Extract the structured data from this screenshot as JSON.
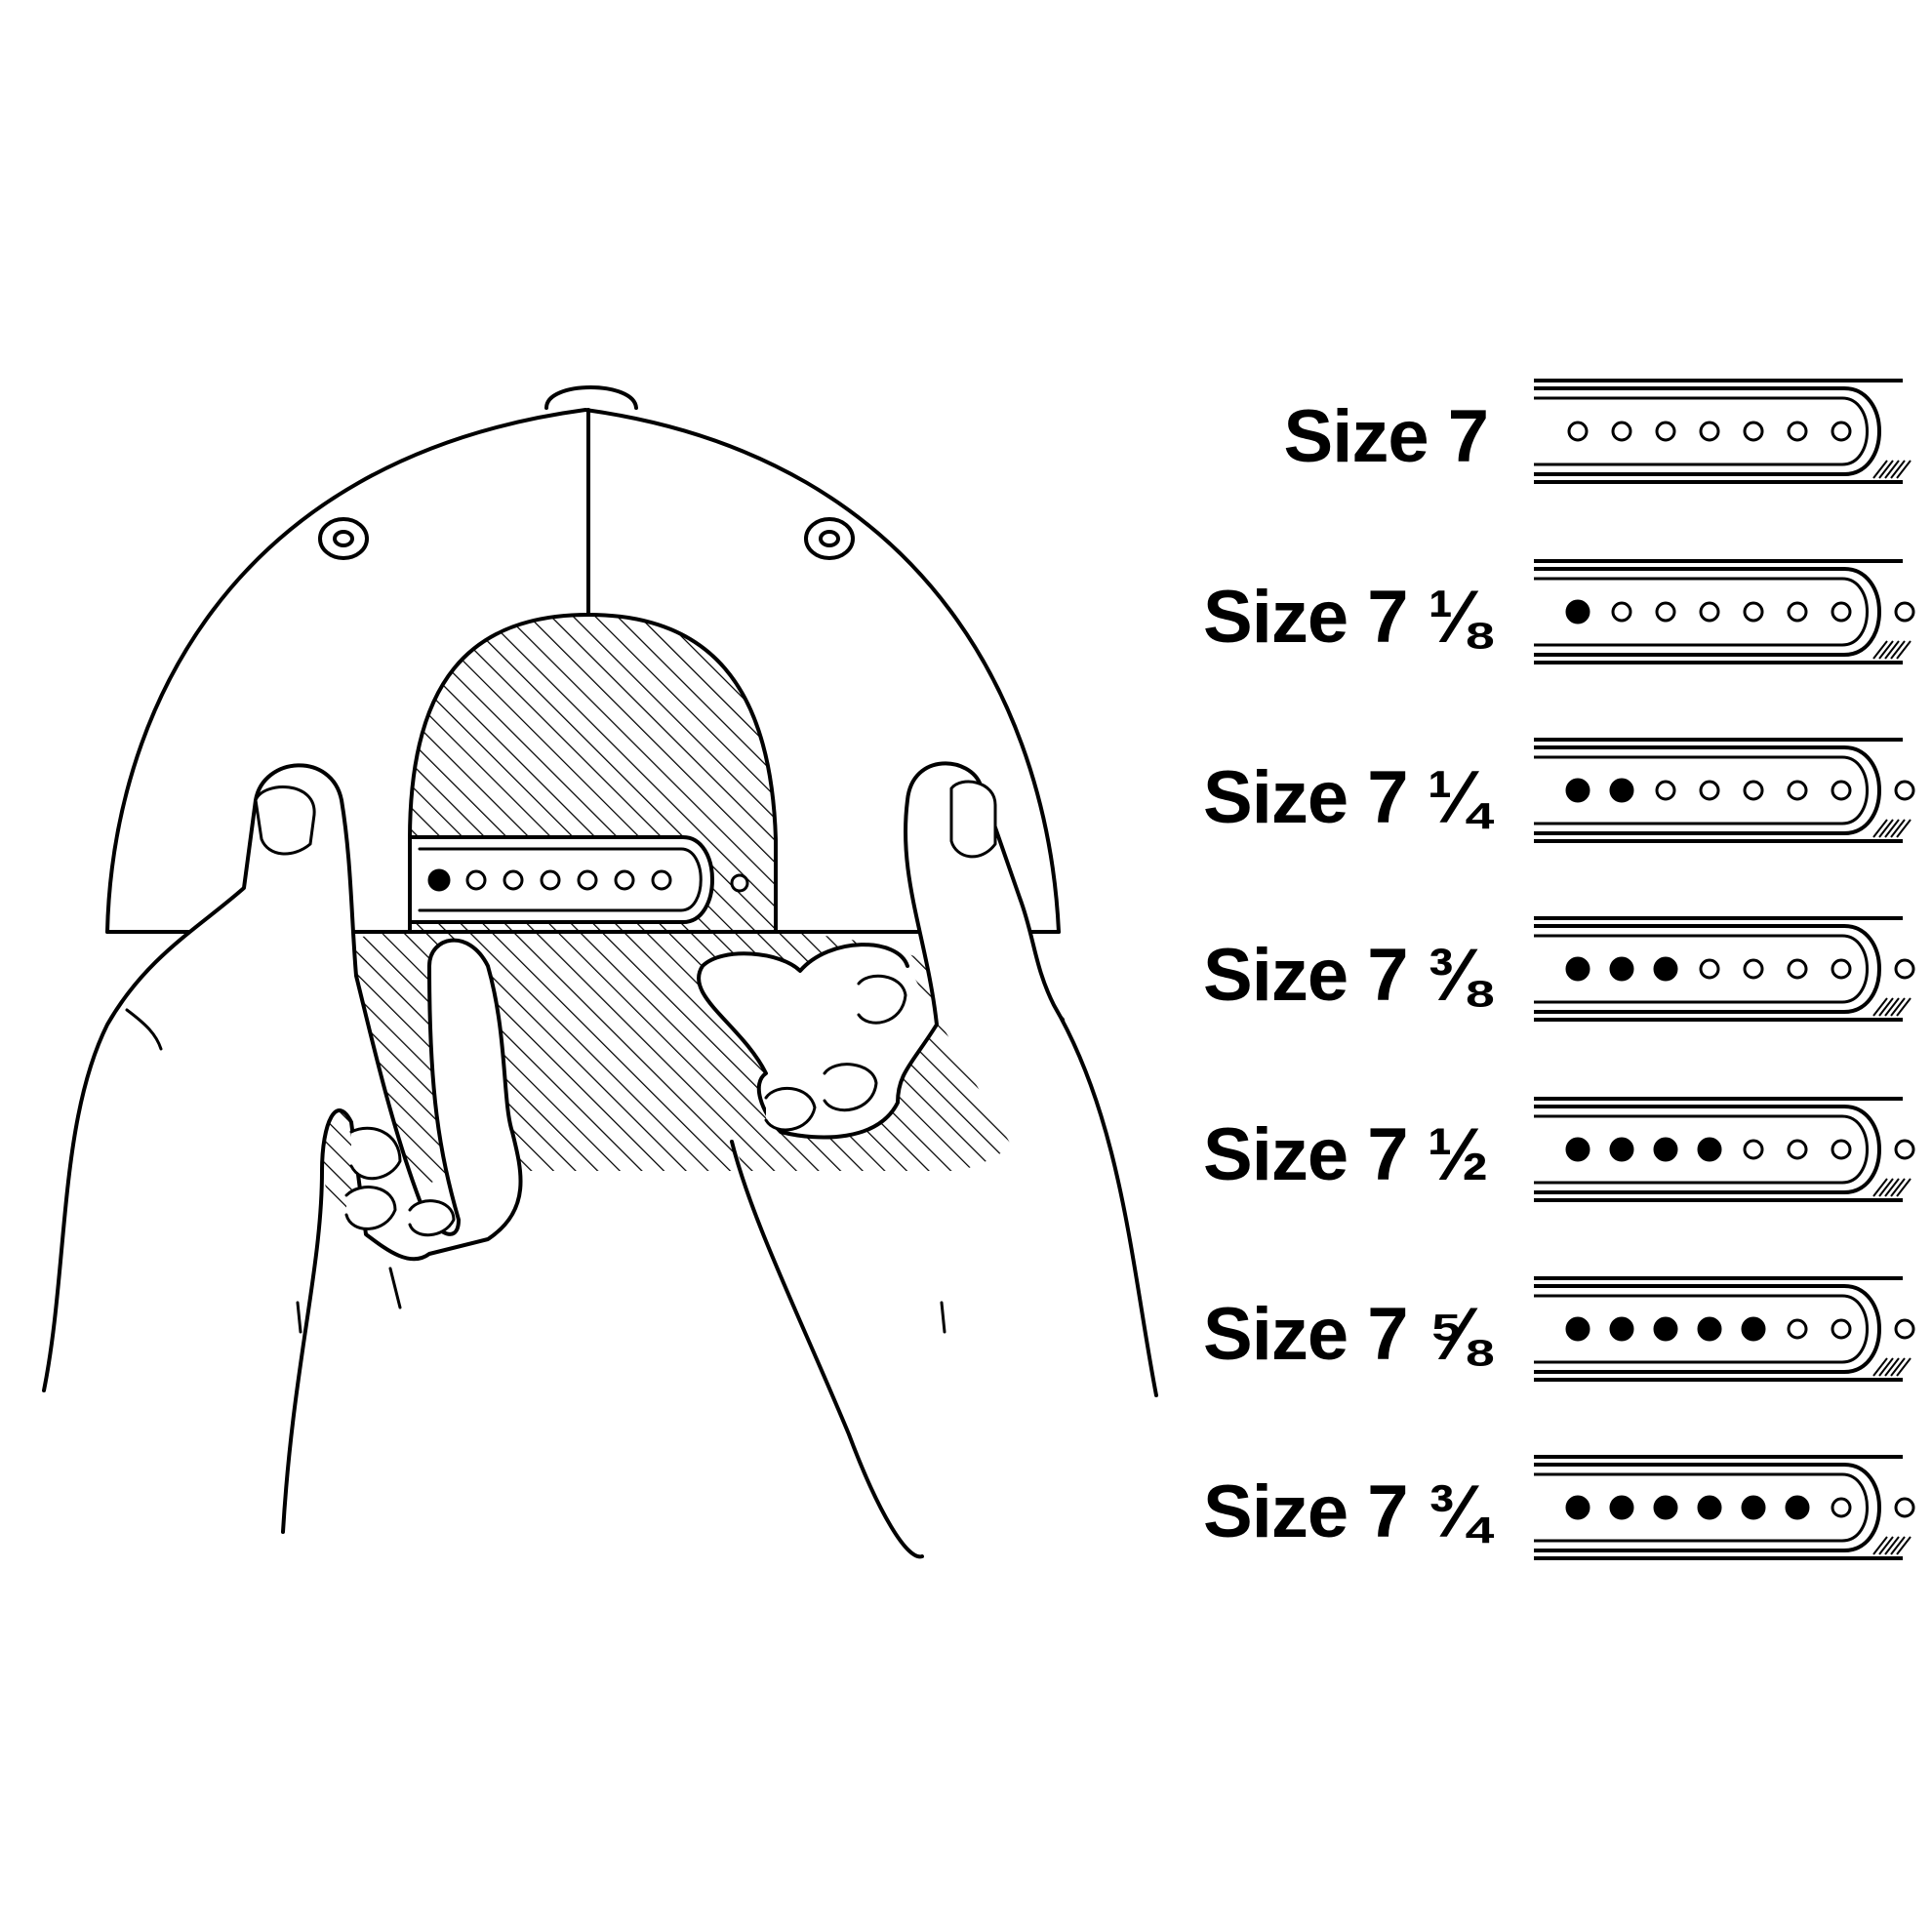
{
  "colors": {
    "line": "#000000",
    "background": "#ffffff"
  },
  "hat_illustration": {
    "strap_filled_holes": 1,
    "strap_total_holes": 7
  },
  "size_chart": [
    {
      "label": "Size 7",
      "filled_holes": 0,
      "total_holes": 7
    },
    {
      "label": "Size 7 ⅛",
      "filled_holes": 1,
      "total_holes": 7
    },
    {
      "label": "Size 7 ¼",
      "filled_holes": 2,
      "total_holes": 7
    },
    {
      "label": "Size 7 ⅜",
      "filled_holes": 3,
      "total_holes": 7
    },
    {
      "label": "Size 7 ½",
      "filled_holes": 4,
      "total_holes": 7
    },
    {
      "label": "Size 7 ⅝",
      "filled_holes": 5,
      "total_holes": 7
    },
    {
      "label": "Size 7 ¾",
      "filled_holes": 6,
      "total_holes": 7
    }
  ]
}
